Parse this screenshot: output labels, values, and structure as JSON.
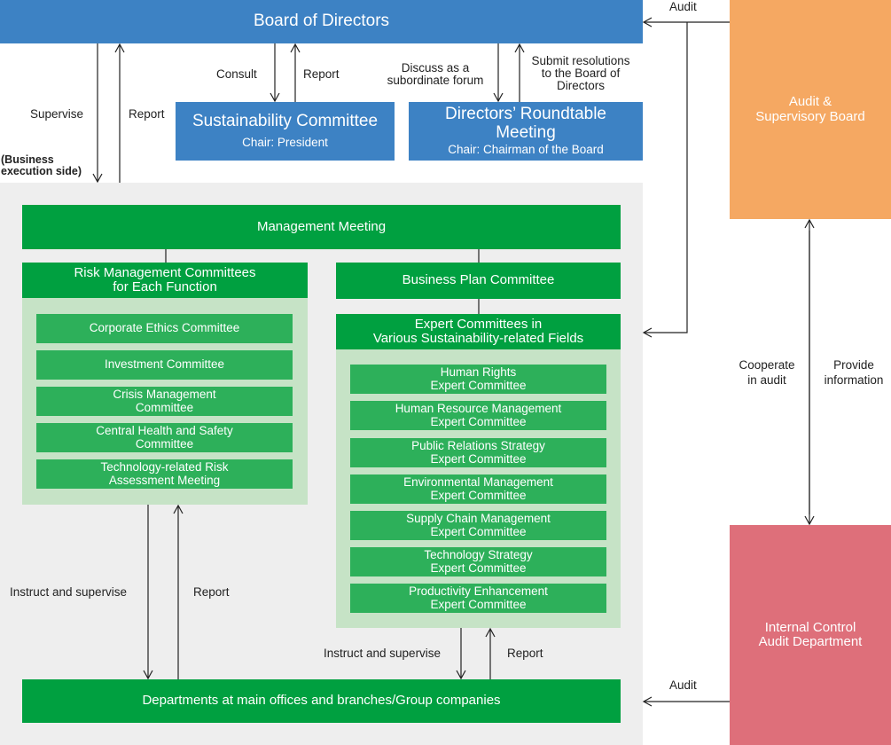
{
  "board": "Board of Directors",
  "audit_board": [
    "Audit &",
    "Supervisory Board"
  ],
  "internal_audit": [
    "Internal Control",
    "Audit Department"
  ],
  "sustainability": {
    "title": "Sustainability Committee",
    "chair": "Chair: President"
  },
  "roundtable": {
    "title": [
      "Directors’ Roundtable",
      "Meeting"
    ],
    "chair": "Chair: Chairman of the Board"
  },
  "management": "Management Meeting",
  "risk": {
    "title": [
      "Risk Management Committees",
      "for Each Function"
    ],
    "items": [
      [
        "Corporate Ethics Committee"
      ],
      [
        "Investment Committee"
      ],
      [
        "Crisis Management",
        "Committee"
      ],
      [
        "Central Health and Safety",
        "Committee"
      ],
      [
        "Technology-related Risk",
        "Assessment Meeting"
      ]
    ]
  },
  "business_plan": "Business Plan Committee",
  "expert": {
    "title": [
      "Expert Committees in",
      "Various Sustainability-related Fields"
    ],
    "items": [
      [
        "Human Rights",
        "Expert Committee"
      ],
      [
        "Human Resource Management",
        "Expert Committee"
      ],
      [
        "Public Relations Strategy",
        "Expert Committee"
      ],
      [
        "Environmental Management",
        "Expert Committee"
      ],
      [
        "Supply Chain Management",
        "Expert Committee"
      ],
      [
        "Technology Strategy",
        "Expert Committee"
      ],
      [
        "Productivity Enhancement",
        "Expert Committee"
      ]
    ]
  },
  "departments": "Departments at main offices and branches/Group companies",
  "labels": {
    "audit_top": "Audit",
    "audit_bottom": "Audit",
    "supervise": "Supervise",
    "report_board": "Report",
    "business_side": [
      "(Business",
      "execution side)"
    ],
    "consult": "Consult",
    "report_sc": "Report",
    "discuss": [
      "Discuss as a",
      "subordinate forum"
    ],
    "submit": [
      "Submit resolutions",
      "to the Board of",
      "Directors"
    ],
    "instruct_left": "Instruct and supervise",
    "report_left": "Report",
    "instruct_right": "Instruct and supervise",
    "report_right": "Report",
    "cooperate": [
      "Cooperate",
      "in audit"
    ],
    "provide": [
      "Provide",
      "information"
    ]
  }
}
